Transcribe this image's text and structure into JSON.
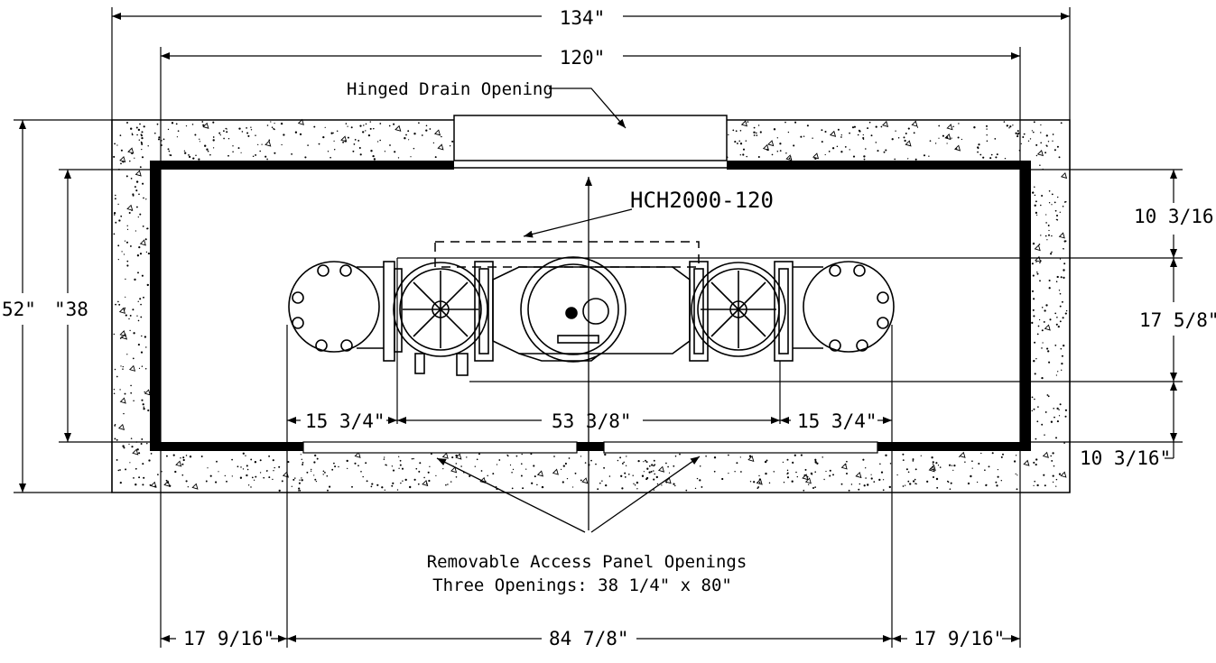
{
  "drawing": {
    "overall_width": "134\"",
    "inner_width": "120\"",
    "overall_height": "52\"",
    "inner_height": "\"38",
    "hinged_drain_label": "Hinged Drain Opening",
    "model_label": "HCH2000-120",
    "right_dims": {
      "top": "10 3/16\"",
      "middle": "17 5/8\"",
      "bottom": "10 3/16\""
    },
    "interior_dims": {
      "left": "15 3/4\"",
      "center": "53 3/8\"",
      "right": "15 3/4\""
    },
    "access_panels": {
      "line1": "Removable Access Panel Openings",
      "line2": "Three Openings:  38 1/4\" x 80\""
    },
    "bottom_dims": {
      "left": "17 9/16\"",
      "center": "84 7/8\"",
      "right": "17 9/16\""
    }
  },
  "colors": {
    "line": "#000000",
    "background": "#ffffff"
  }
}
